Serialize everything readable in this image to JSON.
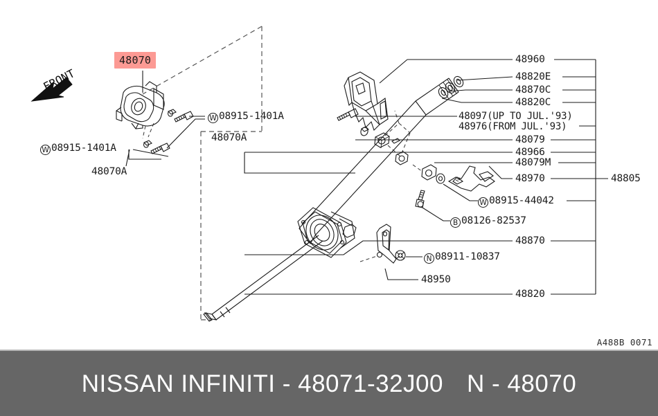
{
  "footer": {
    "brand_part": "NISSAN INFINITI - 48071-32J00",
    "selected_ref": "N - 48070",
    "background_color": "#666666"
  },
  "diagram": {
    "drawing_code": "A488B 0071",
    "front_indicator": "FRONT",
    "highlight_color": "#fc9a94",
    "highlighted_part": "48070",
    "left_callouts": [
      {
        "prefix": "W",
        "text": "08915-1401A",
        "name": "callout-08915-1401A-upper"
      },
      {
        "prefix": "",
        "text": "48070A",
        "name": "callout-48070A-upper"
      },
      {
        "prefix": "W",
        "text": "08915-1401A",
        "name": "callout-08915-1401A-lower"
      },
      {
        "prefix": "",
        "text": "48070A",
        "name": "callout-48070A-lower"
      }
    ],
    "right_callouts": [
      {
        "prefix": "",
        "text": "48960",
        "name": "callout-48960"
      },
      {
        "prefix": "",
        "text": "48820E",
        "name": "callout-48820E"
      },
      {
        "prefix": "",
        "text": "48870C",
        "name": "callout-48870C"
      },
      {
        "prefix": "",
        "text": "48820C",
        "name": "callout-48820C"
      },
      {
        "prefix": "",
        "text": "48097(UP TO JUL.'93)",
        "name": "callout-48097"
      },
      {
        "prefix": "",
        "text": "48976(FROM JUL.'93)",
        "name": "callout-48976"
      },
      {
        "prefix": "",
        "text": "48079",
        "name": "callout-48079"
      },
      {
        "prefix": "",
        "text": "48966",
        "name": "callout-48966"
      },
      {
        "prefix": "",
        "text": "48079M",
        "name": "callout-48079M"
      },
      {
        "prefix": "",
        "text": "48970",
        "name": "callout-48970"
      },
      {
        "prefix": "W",
        "text": "08915-44042",
        "name": "callout-08915-44042"
      },
      {
        "prefix": "B",
        "text": "08126-82537",
        "name": "callout-08126-82537"
      },
      {
        "prefix": "",
        "text": "48870",
        "name": "callout-48870"
      },
      {
        "prefix": "N",
        "text": "08911-10837",
        "name": "callout-08911-10837"
      },
      {
        "prefix": "",
        "text": "48950",
        "name": "callout-48950"
      },
      {
        "prefix": "",
        "text": "48820",
        "name": "callout-48820"
      },
      {
        "prefix": "",
        "text": "48805",
        "name": "callout-48805"
      }
    ]
  }
}
